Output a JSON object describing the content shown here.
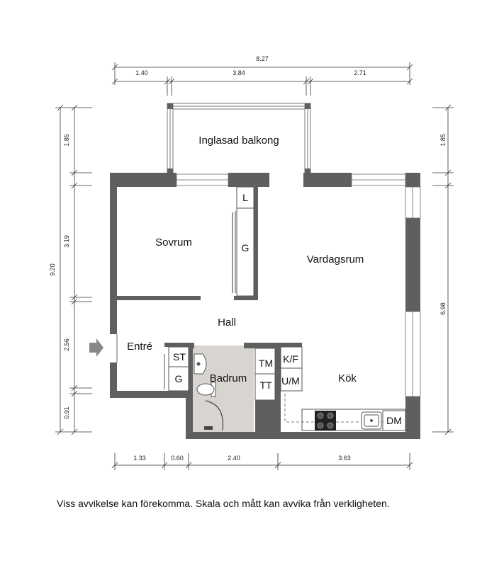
{
  "dimensions": {
    "top_total": "8.27",
    "top_segments": [
      "1.40",
      "3.84",
      "2.71"
    ],
    "bottom_segments": [
      "1.33",
      "0.60",
      "2.40",
      "3.63"
    ],
    "left_total": "9.20",
    "left_segments": [
      "1.85",
      "3.19",
      "2.56",
      "0.91"
    ],
    "right_segments": [
      "1.85",
      "6.98"
    ]
  },
  "rooms": {
    "balcony": "Inglasad balkong",
    "bedroom": "Sovrum",
    "living": "Vardagsrum",
    "hall": "Hall",
    "entry": "Entré",
    "bathroom": "Badrum",
    "kitchen": "Kök"
  },
  "fixtures": {
    "linen": "L",
    "wardrobe_bedroom": "G",
    "storage": "ST",
    "wardrobe_entry": "G",
    "washer": "TM",
    "dryer": "TT",
    "fridge_freezer": "K/F",
    "microwave": "U/M",
    "dishwasher": "DM"
  },
  "colors": {
    "wall": "#5f5f5f",
    "bathroom_floor": "#d8d5d0"
  },
  "disclaimer": "Viss avvikelse kan förekomma. Skala och mått kan avvika från verkligheten."
}
